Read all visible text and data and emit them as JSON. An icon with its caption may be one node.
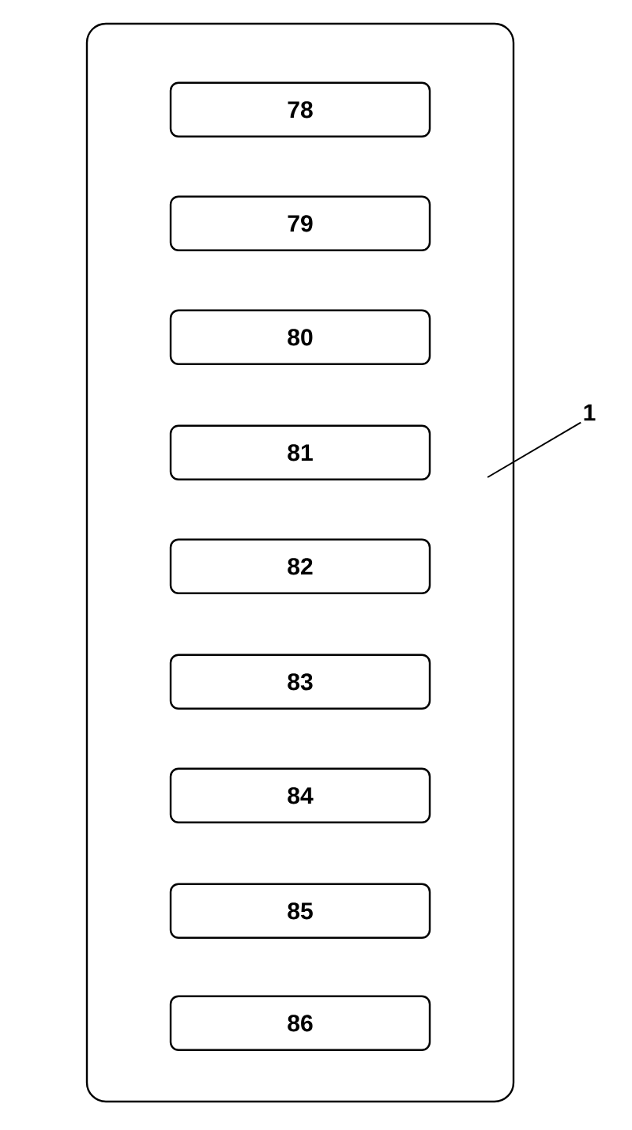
{
  "diagram": {
    "nodes": [
      {
        "text": [],
        "shape": "box"
      },
      {
        "text": [
          "78"
        ],
        "in": 0
      },
      {
        "text": [
          "79"
        ],
        "in": 0
      },
      {
        "text": [
          "80"
        ],
        "in": 0
      },
      {
        "text": [
          "81"
        ],
        "in": 0
      },
      {
        "text": [
          "82"
        ],
        "in": 0
      },
      {
        "text": [
          "83"
        ],
        "in": 0
      },
      {
        "text": [
          "84"
        ],
        "in": 0
      },
      {
        "text": [
          "85"
        ],
        "in": 0
      },
      {
        "text": [
          "86"
        ],
        "in": 0
      },
      {
        "text": [
          "1"
        ]
      }
    ],
    "edges": [
      {
        "from": 10,
        "to": 0,
        "arrow": "none"
      }
    ]
  }
}
